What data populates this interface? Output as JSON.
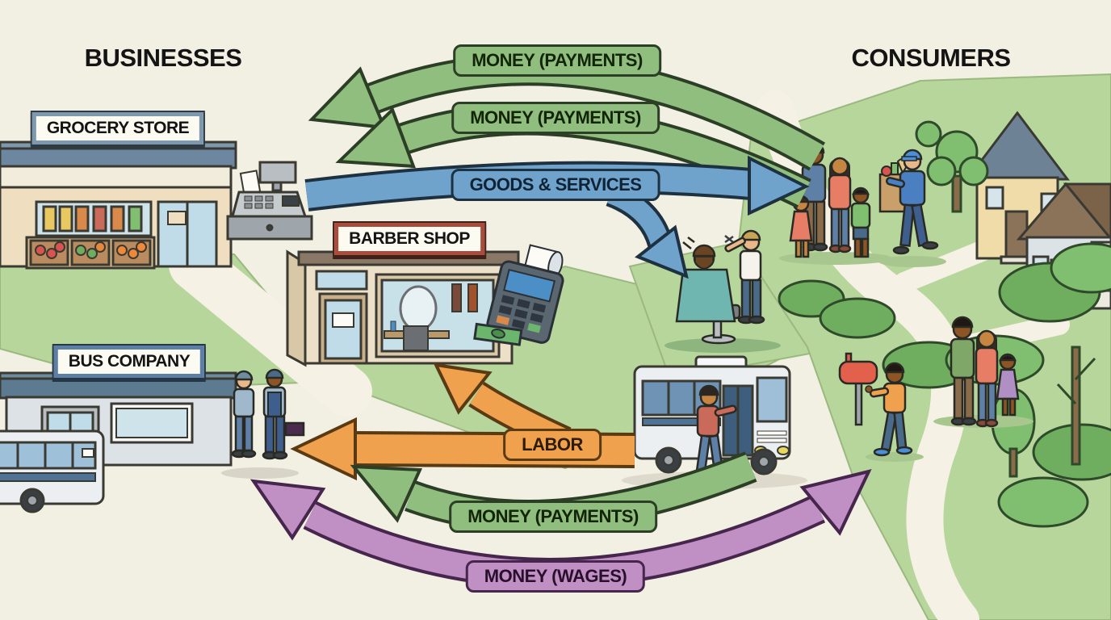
{
  "titles": {
    "businesses": "BUSINESSES",
    "consumers": "CONSUMERS"
  },
  "signs": {
    "grocery": "GROCERY STORE",
    "barber": "BARBER SHOP",
    "bus": "BUS COMPANY"
  },
  "flows": {
    "payments_top_1": {
      "label": "MONEY (PAYMENTS)",
      "color": "#8FBE7E",
      "from": "consumers",
      "to": "businesses"
    },
    "payments_top_2": {
      "label": "MONEY (PAYMENTS)",
      "color": "#8FBE7E",
      "from": "consumers",
      "to": "businesses"
    },
    "goods_services": {
      "label": "GOODS & SERVICES",
      "color": "#6FA3CC",
      "from": "businesses",
      "to": "consumers"
    },
    "labor": {
      "label": "LABOR",
      "color": "#F0A14E",
      "from": "consumers",
      "to": "businesses"
    },
    "payments_bottom": {
      "label": "MONEY (PAYMENTS)",
      "color": "#8FBE7E",
      "from": "consumers",
      "to": "businesses"
    },
    "wages": {
      "label": "MONEY (WAGES)",
      "color": "#C08FC4",
      "from": "businesses",
      "to": "consumers"
    }
  },
  "palette": {
    "background": "#F2EFE3",
    "grass": "#B7D69C",
    "path": "#F5F1E4",
    "arrow_green": "#8FBE7E",
    "arrow_blue": "#6FA3CC",
    "arrow_orange": "#F0A14E",
    "arrow_purple": "#C08FC4",
    "building_tan": "#EFDFC0",
    "roof_slate": "#6E87A0"
  }
}
